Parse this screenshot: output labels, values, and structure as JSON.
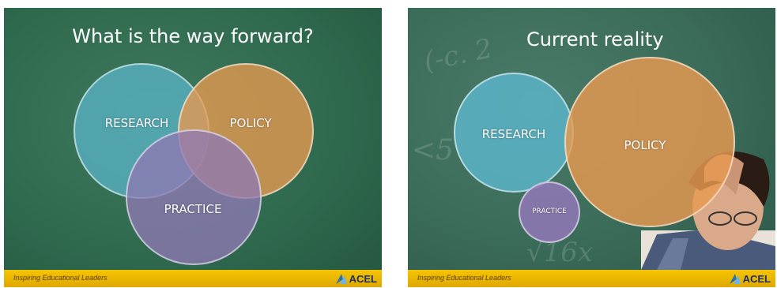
{
  "left_slide": {
    "title": "What is the way forward?",
    "circles": {
      "research": {
        "label": "RESEARCH",
        "color": "#5ab4c8"
      },
      "policy": {
        "label": "POLICY",
        "color": "#e89a50"
      },
      "practice": {
        "label": "PRACTICE",
        "color": "#8e78b4"
      }
    },
    "footer": {
      "tagline": "Inspiring Educational Leaders",
      "logo": "ACEL"
    }
  },
  "right_slide": {
    "title": "Current reality",
    "circles": {
      "research": {
        "label": "RESEARCH",
        "color": "#5ab4c8"
      },
      "policy": {
        "label": "POLICY",
        "color": "#e89a50"
      },
      "practice": {
        "label": "PRACTICE",
        "color": "#8e78b4"
      }
    },
    "footer": {
      "tagline": "Inspiring Educational Leaders",
      "logo": "ACEL"
    }
  }
}
